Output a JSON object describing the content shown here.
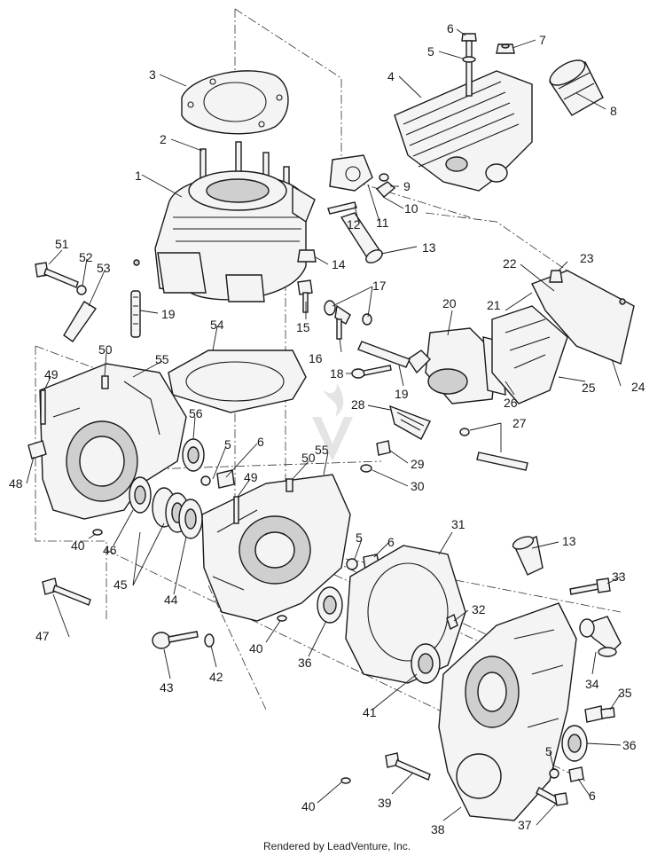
{
  "callouts": [
    {
      "id": "c1",
      "label": "1"
    },
    {
      "id": "c2",
      "label": "2"
    },
    {
      "id": "c3",
      "label": "3"
    },
    {
      "id": "c4",
      "label": "4"
    },
    {
      "id": "c5a",
      "label": "5"
    },
    {
      "id": "c6a",
      "label": "6"
    },
    {
      "id": "c7",
      "label": "7"
    },
    {
      "id": "c8",
      "label": "8"
    },
    {
      "id": "c9",
      "label": "9"
    },
    {
      "id": "c10",
      "label": "10"
    },
    {
      "id": "c11",
      "label": "11"
    },
    {
      "id": "c12",
      "label": "12"
    },
    {
      "id": "c13a",
      "label": "13"
    },
    {
      "id": "c14",
      "label": "14"
    },
    {
      "id": "c15",
      "label": "15"
    },
    {
      "id": "c16",
      "label": "16"
    },
    {
      "id": "c17",
      "label": "17"
    },
    {
      "id": "c18",
      "label": "18"
    },
    {
      "id": "c19a",
      "label": "19"
    },
    {
      "id": "c19b",
      "label": "19"
    },
    {
      "id": "c20",
      "label": "20"
    },
    {
      "id": "c21",
      "label": "21"
    },
    {
      "id": "c22",
      "label": "22"
    },
    {
      "id": "c23",
      "label": "23"
    },
    {
      "id": "c24",
      "label": "24"
    },
    {
      "id": "c25",
      "label": "25"
    },
    {
      "id": "c26",
      "label": "26"
    },
    {
      "id": "c27",
      "label": "27"
    },
    {
      "id": "c28",
      "label": "28"
    },
    {
      "id": "c29",
      "label": "29"
    },
    {
      "id": "c30",
      "label": "30"
    },
    {
      "id": "c31",
      "label": "31"
    },
    {
      "id": "c32",
      "label": "32"
    },
    {
      "id": "c33",
      "label": "33"
    },
    {
      "id": "c34",
      "label": "34"
    },
    {
      "id": "c35",
      "label": "35"
    },
    {
      "id": "c36a",
      "label": "36"
    },
    {
      "id": "c36b",
      "label": "36"
    },
    {
      "id": "c37",
      "label": "37"
    },
    {
      "id": "c38",
      "label": "38"
    },
    {
      "id": "c39",
      "label": "39"
    },
    {
      "id": "c40a",
      "label": "40"
    },
    {
      "id": "c40b",
      "label": "40"
    },
    {
      "id": "c40c",
      "label": "40"
    },
    {
      "id": "c41",
      "label": "41"
    },
    {
      "id": "c42",
      "label": "42"
    },
    {
      "id": "c43",
      "label": "43"
    },
    {
      "id": "c44",
      "label": "44"
    },
    {
      "id": "c45",
      "label": "45"
    },
    {
      "id": "c46",
      "label": "46"
    },
    {
      "id": "c47",
      "label": "47"
    },
    {
      "id": "c48",
      "label": "48"
    },
    {
      "id": "c49a",
      "label": "49"
    },
    {
      "id": "c49b",
      "label": "49"
    },
    {
      "id": "c50a",
      "label": "50"
    },
    {
      "id": "c50b",
      "label": "50"
    },
    {
      "id": "c51",
      "label": "51"
    },
    {
      "id": "c52",
      "label": "52"
    },
    {
      "id": "c53",
      "label": "53"
    },
    {
      "id": "c54",
      "label": "54"
    },
    {
      "id": "c55a",
      "label": "55"
    },
    {
      "id": "c55b",
      "label": "55"
    },
    {
      "id": "c56",
      "label": "56"
    },
    {
      "id": "c5b",
      "label": "5"
    },
    {
      "id": "c6b",
      "label": "6"
    },
    {
      "id": "c5c",
      "label": "5"
    },
    {
      "id": "c6c",
      "label": "6"
    },
    {
      "id": "c13b",
      "label": "13"
    },
    {
      "id": "c5d",
      "label": "5"
    },
    {
      "id": "c6d",
      "label": "6"
    }
  ],
  "credit": "Rendered by LeadVenture, Inc."
}
